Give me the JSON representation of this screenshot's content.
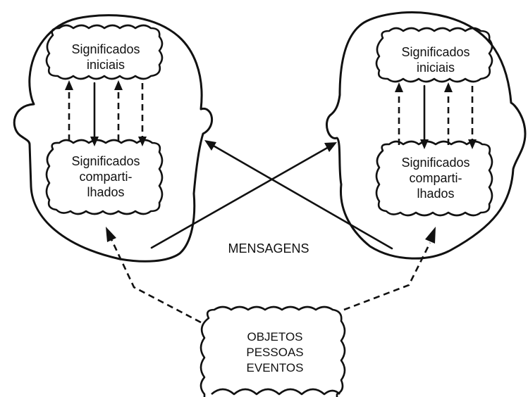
{
  "heads": [
    {
      "top_box": [
        "Significados",
        "iniciais"
      ],
      "bottom_box": [
        "Significados",
        "comparti-",
        "lhados"
      ]
    },
    {
      "top_box": [
        "Significados",
        "iniciais"
      ],
      "bottom_box": [
        "Significados",
        "comparti-",
        "lhados"
      ]
    }
  ],
  "messages_label": "MENSAGENS",
  "source_box": [
    "OBJETOS",
    "PESSOAS",
    "EVENTOS"
  ]
}
